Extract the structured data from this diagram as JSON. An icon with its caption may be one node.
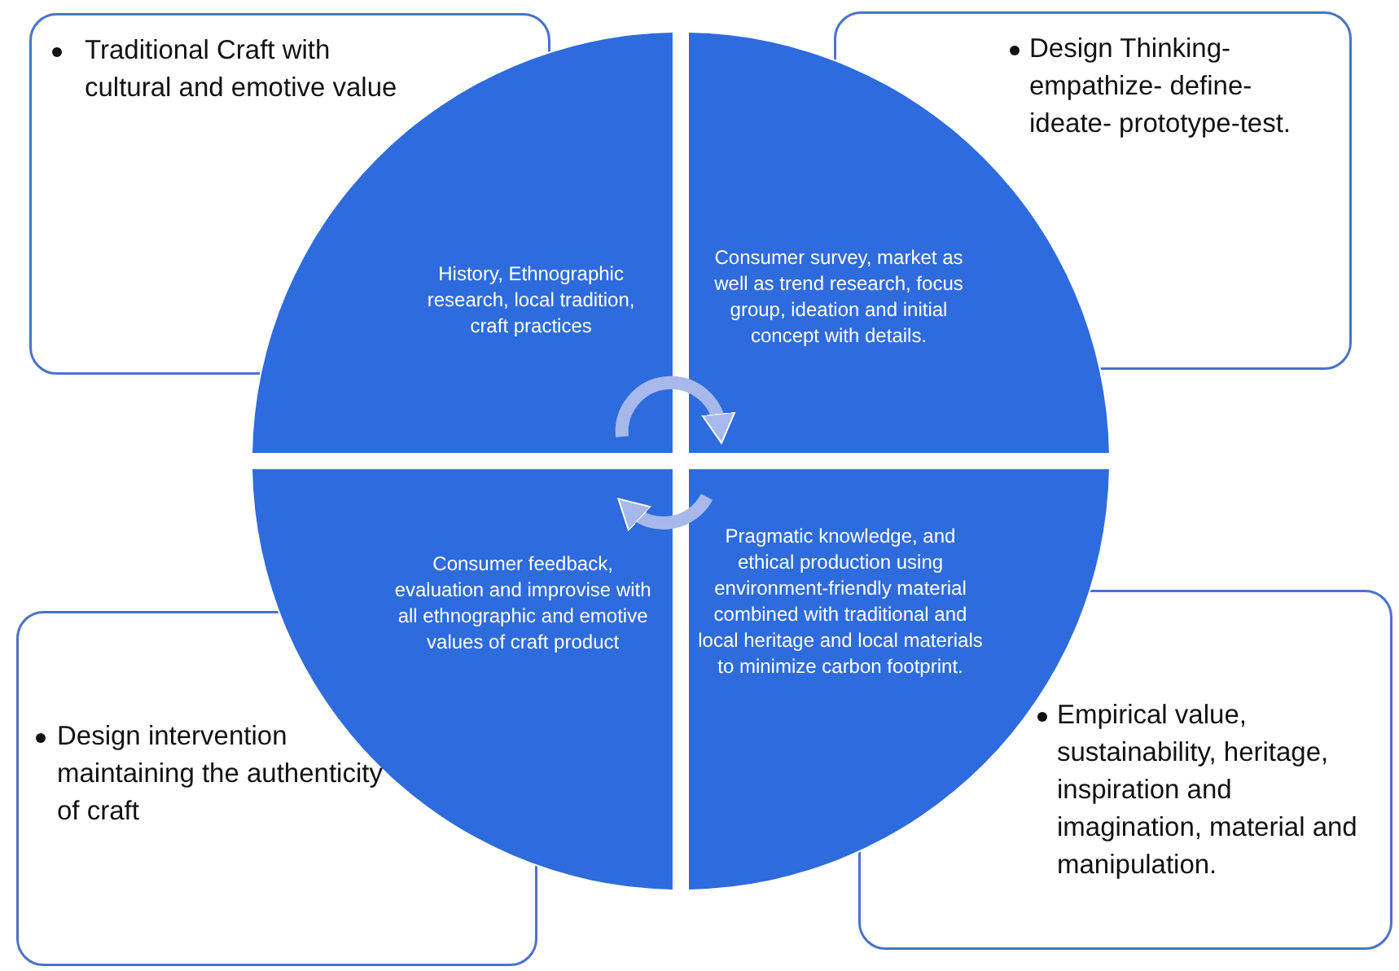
{
  "diagram": {
    "nodes": [
      {
        "text": [
          "Traditional Craft with cultural and  emotive value"
        ]
      },
      {
        "text": [
          "Design Thinking- empathize- define- ideate- prototype-test."
        ]
      },
      {
        "text": [
          "History, Ethnographic research, local tradition, craft practices"
        ]
      },
      {
        "text": [
          "Consumer survey, market as well as trend research, focus group, ideation and initial concept with details."
        ]
      },
      {
        "text": [
          "Consumer feedback, evaluation and improvise with all ethnographic and emotive values of craft product"
        ]
      },
      {
        "text": [
          "Pragmatic knowledge, and ethical production using environment-friendly material combined with traditional and local heritage and local materials to minimize carbon footprint."
        ]
      },
      {
        "text": [
          "Design intervention maintaining the authenticity of craft"
        ]
      },
      {
        "text": [
          "Empirical value, sustainability, heritage, inspiration and imagination, material and manipulation."
        ]
      }
    ],
    "edges": [
      {
        "from": 2,
        "to": 3,
        "arrow": "to"
      },
      {
        "from": 5,
        "to": 4,
        "arrow": "to"
      }
    ]
  }
}
